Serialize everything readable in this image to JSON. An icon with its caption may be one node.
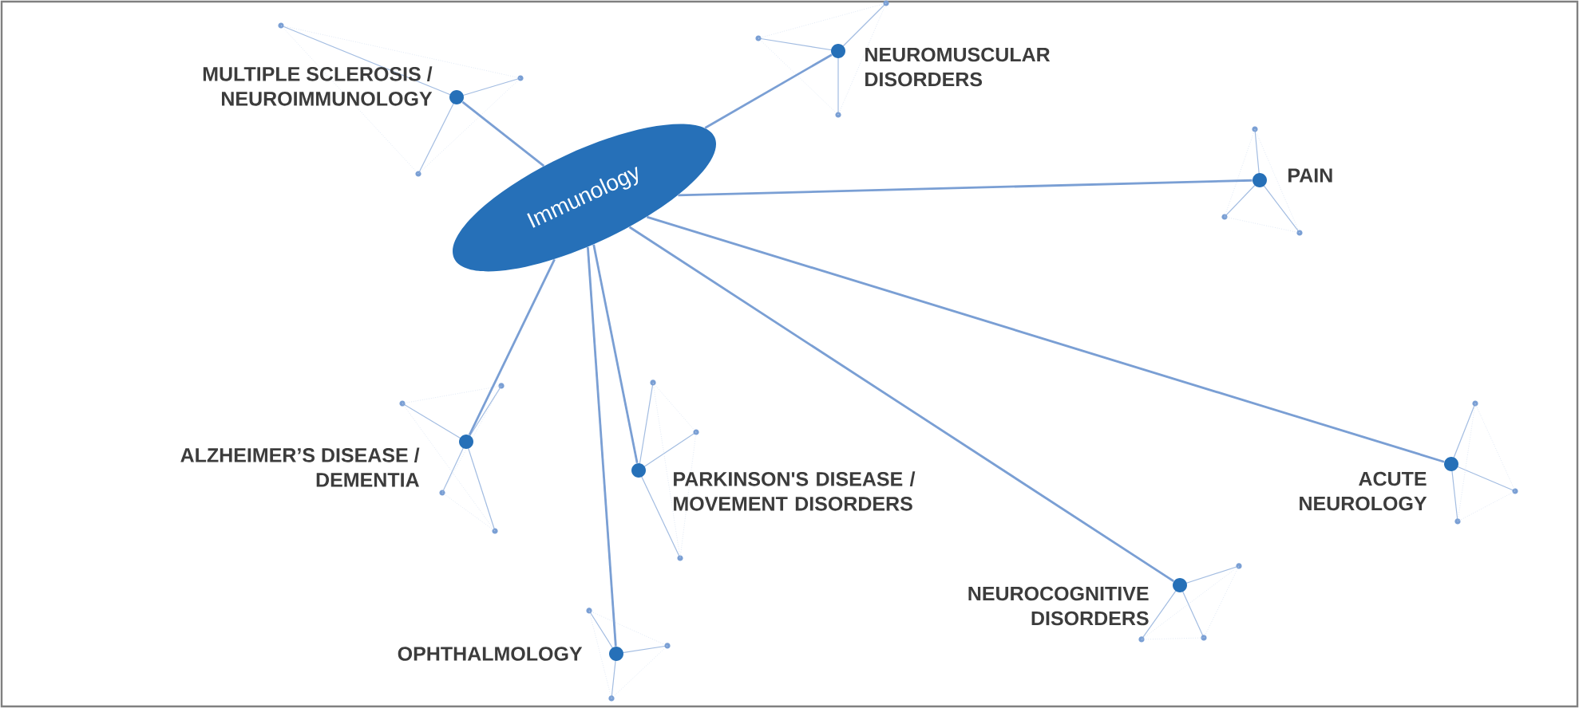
{
  "diagram": {
    "nodes": [
      {
        "text": [
          "Immunology"
        ]
      },
      {
        "text": [],
        "shape": "circle",
        "beside": [
          "MULTIPLE SCLEROSIS / NEUROIMMUNOLOGY"
        ]
      },
      {
        "text": [],
        "shape": "circle",
        "beside": [
          "NEUROMUSCULAR DISORDERS"
        ]
      },
      {
        "text": [],
        "shape": "circle",
        "beside": [
          "PAIN"
        ]
      },
      {
        "text": [],
        "shape": "circle",
        "beside": [
          "ALZHEIMER’S DISEASE / DEMENTIA"
        ]
      },
      {
        "text": [],
        "shape": "circle",
        "beside": [
          "PARKINSON'S DISEASE / MOVEMENT DISORDERS"
        ]
      },
      {
        "text": [],
        "shape": "circle",
        "beside": [
          "ACUTE NEUROLOGY"
        ]
      },
      {
        "text": [],
        "shape": "circle",
        "beside": [
          "NEUROCOGNITIVE DISORDERS"
        ]
      },
      {
        "text": [],
        "shape": "circle",
        "beside": [
          "OPHTHALMOLOGY"
        ]
      }
    ],
    "edges": [
      {
        "from": 0,
        "to": 1,
        "arrow": "none"
      },
      {
        "from": 0,
        "to": 2,
        "arrow": "none"
      },
      {
        "from": 0,
        "to": 3,
        "arrow": "none"
      },
      {
        "from": 0,
        "to": 4,
        "arrow": "none"
      },
      {
        "from": 0,
        "to": 5,
        "arrow": "none"
      },
      {
        "from": 0,
        "to": 6,
        "arrow": "none"
      },
      {
        "from": 0,
        "to": 7,
        "arrow": "none"
      },
      {
        "from": 0,
        "to": 8,
        "arrow": "none"
      }
    ]
  }
}
